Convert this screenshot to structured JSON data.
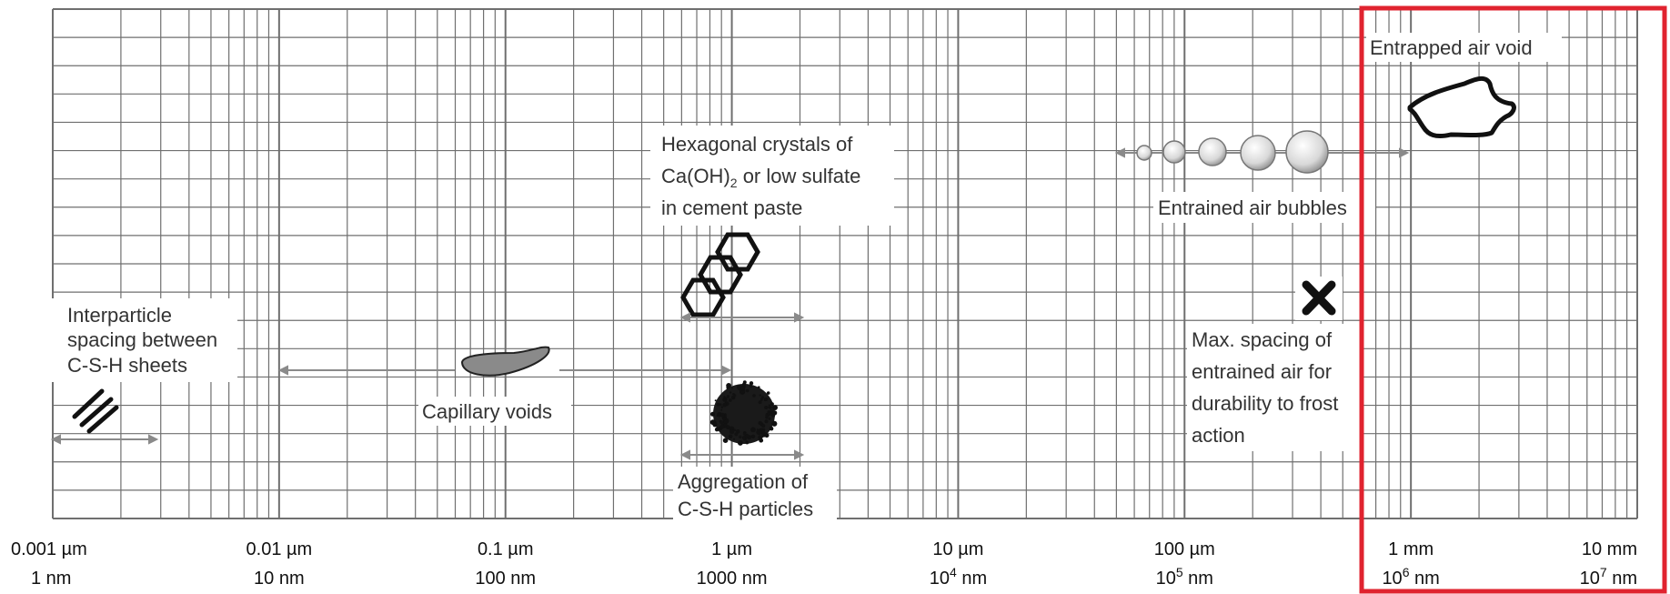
{
  "axis": {
    "ticks": [
      {
        "top": "0.001 µm",
        "bottom": "1 nm"
      },
      {
        "top": "0.01 µm",
        "bottom": "10 nm"
      },
      {
        "top": "0.1 µm",
        "bottom": "100 nm"
      },
      {
        "top": "1 µm",
        "bottom": "1000 nm"
      },
      {
        "top": "10 µm",
        "bottom_base": "10",
        "bottom_exp": "4",
        "bottom_unit": " nm"
      },
      {
        "top": "100 µm",
        "bottom_base": "10",
        "bottom_exp": "5",
        "bottom_unit": " nm"
      },
      {
        "top": "1 mm",
        "bottom_base": "10",
        "bottom_exp": "6",
        "bottom_unit": " nm"
      },
      {
        "top": "10 mm",
        "bottom_base": "10",
        "bottom_exp": "7",
        "bottom_unit": " nm"
      }
    ],
    "scale": "log"
  },
  "features": {
    "interparticle": {
      "lines": [
        "Interparticle",
        "spacing between",
        "C-S-H sheets"
      ]
    },
    "capillary": {
      "label": "Capillary voids"
    },
    "hexagonal": {
      "line1": "Hexagonal crystals of",
      "line2_pre": "Ca(OH)",
      "line2_sub": "2",
      "line2_post": " or low sulfate",
      "line3": "in cement paste"
    },
    "aggregation": {
      "lines": [
        "Aggregation of",
        "C-S-H particles"
      ]
    },
    "entrained": {
      "label": "Entrained air bubbles"
    },
    "max_spacing": {
      "lines": [
        "Max. spacing of",
        "entrained air for",
        "durability to frost",
        "action"
      ]
    },
    "entrapped": {
      "label": "Entrapped air void"
    }
  },
  "colors": {
    "grid": "#6f6f6f",
    "highlight": "#e0232f",
    "shape_gray": "#8a8a8a"
  }
}
